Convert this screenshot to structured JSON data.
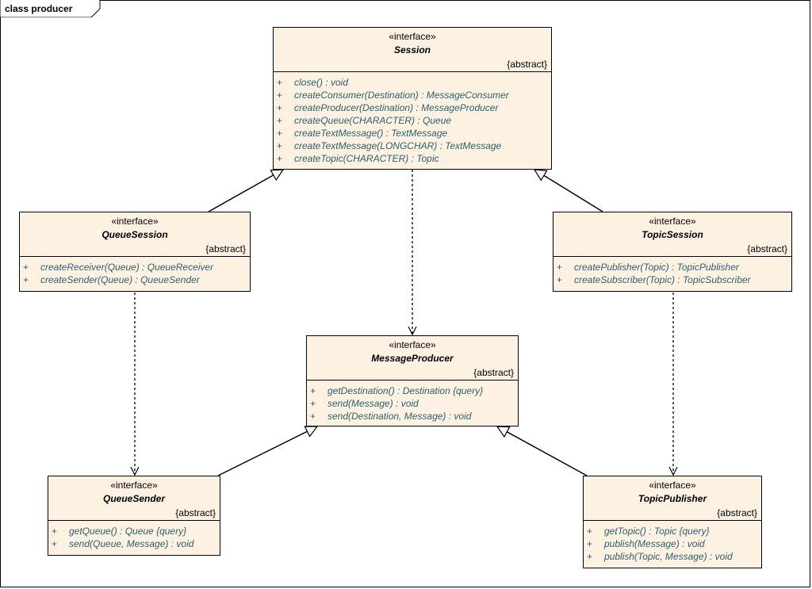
{
  "frame": {
    "label": "class producer"
  },
  "classes": {
    "session": {
      "stereotype": "«interface»",
      "name": "Session",
      "modifier": "{abstract}",
      "operations": [
        {
          "vis": "+",
          "sig": "close() : void"
        },
        {
          "vis": "+",
          "sig": "createConsumer(Destination) : MessageConsumer"
        },
        {
          "vis": "+",
          "sig": "createProducer(Destination) : MessageProducer"
        },
        {
          "vis": "+",
          "sig": "createQueue(CHARACTER) : Queue"
        },
        {
          "vis": "+",
          "sig": "createTextMessage() : TextMessage"
        },
        {
          "vis": "+",
          "sig": "createTextMessage(LONGCHAR) : TextMessage"
        },
        {
          "vis": "+",
          "sig": "createTopic(CHARACTER) : Topic"
        }
      ]
    },
    "queue_session": {
      "stereotype": "«interface»",
      "name": "QueueSession",
      "modifier": "{abstract}",
      "operations": [
        {
          "vis": "+",
          "sig": "createReceiver(Queue) : QueueReceiver"
        },
        {
          "vis": "+",
          "sig": "createSender(Queue) : QueueSender"
        }
      ]
    },
    "topic_session": {
      "stereotype": "«interface»",
      "name": "TopicSession",
      "modifier": "{abstract}",
      "operations": [
        {
          "vis": "+",
          "sig": "createPublisher(Topic) : TopicPublisher"
        },
        {
          "vis": "+",
          "sig": "createSubscriber(Topic) : TopicSubscriber"
        }
      ]
    },
    "message_producer": {
      "stereotype": "«interface»",
      "name": "MessageProducer",
      "modifier": "{abstract}",
      "operations": [
        {
          "vis": "+",
          "sig": "getDestination() : Destination {query}"
        },
        {
          "vis": "+",
          "sig": "send(Message) : void"
        },
        {
          "vis": "+",
          "sig": "send(Destination, Message) : void"
        }
      ]
    },
    "queue_sender": {
      "stereotype": "«interface»",
      "name": "QueueSender",
      "modifier": "{abstract}",
      "operations": [
        {
          "vis": "+",
          "sig": "getQueue() : Queue {query}"
        },
        {
          "vis": "+",
          "sig": "send(Queue, Message) : void"
        }
      ]
    },
    "topic_publisher": {
      "stereotype": "«interface»",
      "name": "TopicPublisher",
      "modifier": "{abstract}",
      "operations": [
        {
          "vis": "+",
          "sig": "getTopic() : Topic {query}"
        },
        {
          "vis": "+",
          "sig": "publish(Message) : void"
        },
        {
          "vis": "+",
          "sig": "publish(Topic, Message) : void"
        }
      ]
    }
  },
  "colors": {
    "fill": "#fdf2e1",
    "operation_text": "#2a5f6f",
    "line": "#000000"
  }
}
